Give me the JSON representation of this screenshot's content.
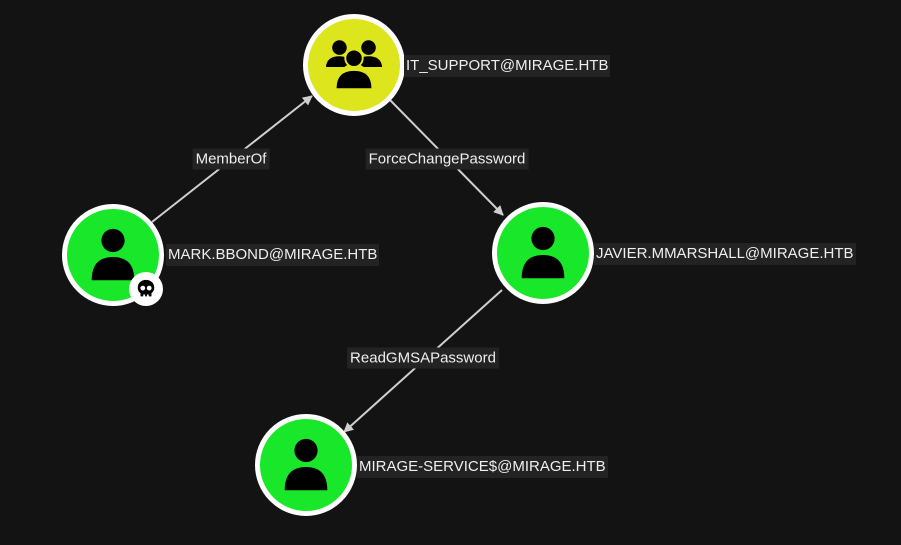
{
  "nodes": {
    "it_support": {
      "label": "IT_SUPPORT@MIRAGE.HTB",
      "type": "group",
      "icon": "group-icon",
      "color": "#dde61c"
    },
    "mark": {
      "label": "MARK.BBOND@MIRAGE.HTB",
      "type": "user",
      "icon": "user-icon",
      "color": "#19e82a",
      "badge": "skull-icon"
    },
    "javier": {
      "label": "JAVIER.MMARSHALL@MIRAGE.HTB",
      "type": "user",
      "icon": "user-icon",
      "color": "#19e82a"
    },
    "service": {
      "label": "MIRAGE-SERVICE$@MIRAGE.HTB",
      "type": "user",
      "icon": "user-icon",
      "color": "#19e82a"
    }
  },
  "edges": [
    {
      "from": "mark",
      "to": "it_support",
      "label": "MemberOf"
    },
    {
      "from": "it_support",
      "to": "javier",
      "label": "ForceChangePassword"
    },
    {
      "from": "javier",
      "to": "service",
      "label": "ReadGMSAPassword"
    }
  ]
}
